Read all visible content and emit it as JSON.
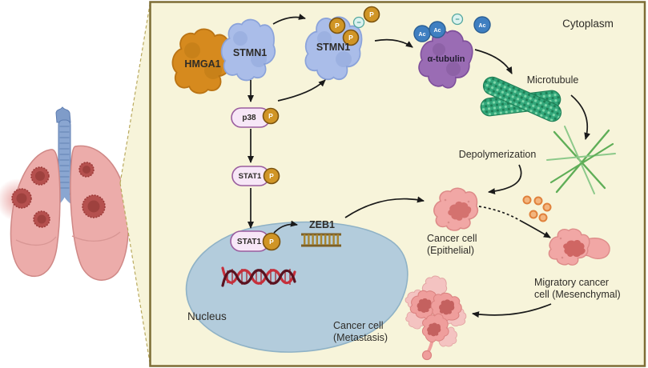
{
  "figure": {
    "compartments": {
      "cytoplasm": "Cytoplasm",
      "nucleus": "Nucleus"
    },
    "molecules": {
      "hmga1": "HMGA1",
      "stmn1": "STMN1",
      "alpha_tubulin": "α-tubulin",
      "p38": "p38",
      "stat1": "STAT1",
      "zeb1": "ZEB1",
      "phosphate": "P",
      "acetyl": "Ac",
      "minus_sign": "−"
    },
    "labels": {
      "microtubule": "Microtubule",
      "depolymerization": "Depolymerization",
      "epithelial_line1": "Cancer cell",
      "epithelial_line2": "(Epithelial)",
      "migratory_line1": "Migratory cancer",
      "migratory_line2": "cell (Mesenchymal)",
      "metastasis_line1": "Cancer cell",
      "metastasis_line2": "(Metastasis)"
    },
    "colors": {
      "panel_fill": "#f7f4da",
      "panel_border": "#7d6d35",
      "callout_dash": "#b9a95e",
      "hmga1_fill": "#d68a1e",
      "stmn1_fill": "#aabde9",
      "tubulin_fill": "#9a6cb4",
      "phosphate_fill": "#d09526",
      "acetyl_fill": "#3f7fc1",
      "pill_fill": "#f7e7f7",
      "pill_border": "#9a5d9e",
      "nucleus_fill": "#b3ccdc",
      "microtubule_green": "#33a87b",
      "fiber_green": "#5fae57",
      "cell_pink": "#f1a7a5",
      "cell_nucleus_pink": "#d4726f",
      "dna_red": "#c62f3b",
      "arrow": "#1a1a1a"
    }
  }
}
